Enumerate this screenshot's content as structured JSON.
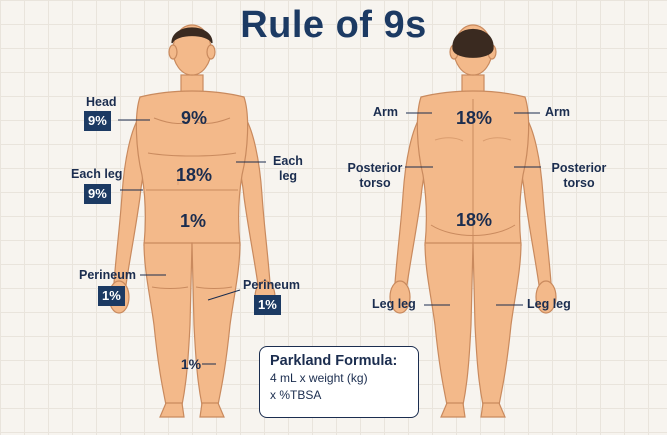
{
  "title": "Rule of 9s",
  "front": {
    "head": {
      "label": "Head",
      "value": "9%"
    },
    "each_leg_left": {
      "label": "Each leg",
      "value": "9%"
    },
    "perineum_left": {
      "label": "Perineum",
      "value": "1%"
    },
    "each_leg_right": {
      "label_line1": "Each",
      "label_line2": "leg"
    },
    "perineum_right": {
      "label": "Perineum",
      "value": "1%"
    },
    "chest_pct": "9%",
    "abdomen_pct": "18%",
    "pelvis_pct": "1%",
    "shin_pct": "1%"
  },
  "back": {
    "arm_left": "Arm",
    "arm_right": "Arm",
    "torso_left": {
      "line1": "Posterior",
      "line2": "torso"
    },
    "torso_right": {
      "line1": "Posterior",
      "line2": "torso"
    },
    "leg_left": "Leg leg",
    "leg_right": "Leg leg",
    "upper_pct": "18%",
    "lower_pct": "18%"
  },
  "formula": {
    "title": "Parkland Formula:",
    "line1": "4 mL x weight (kg)",
    "line2": "x %TBSA"
  },
  "colors": {
    "skin": "#f3b98a",
    "skin_outline": "#c98a5e",
    "hair": "#3a2a20",
    "accent": "#1c3a63"
  }
}
